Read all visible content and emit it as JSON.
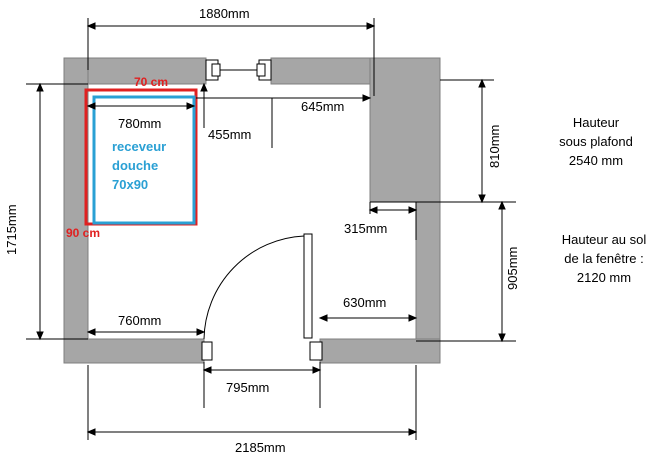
{
  "dimensions": {
    "top_width": "1880mm",
    "total_width": "2185mm",
    "left_height": "1715mm",
    "right_upper": "810mm",
    "right_lower": "905mm",
    "shower_inner": "780mm",
    "window_gap": "455mm",
    "top_right": "645mm",
    "wall_offset": "315mm",
    "bottom_left": "760mm",
    "door_width": "795mm",
    "bottom_right": "630mm"
  },
  "shower": {
    "width_label": "70 cm",
    "depth_label": "90 cm",
    "line1": "receveur",
    "line2": "douche",
    "line3": "70x90"
  },
  "info": {
    "ceiling_line1": "Hauteur",
    "ceiling_line2": "sous plafond",
    "ceiling_line3": "2540 mm",
    "window_line1": "Hauteur au sol",
    "window_line2": "de la fenêtre :",
    "window_line3": "2120 mm"
  },
  "colors": {
    "wall": "#a6a6a6",
    "shower_red": "#e02020",
    "shower_blue": "#2aa0d4"
  }
}
